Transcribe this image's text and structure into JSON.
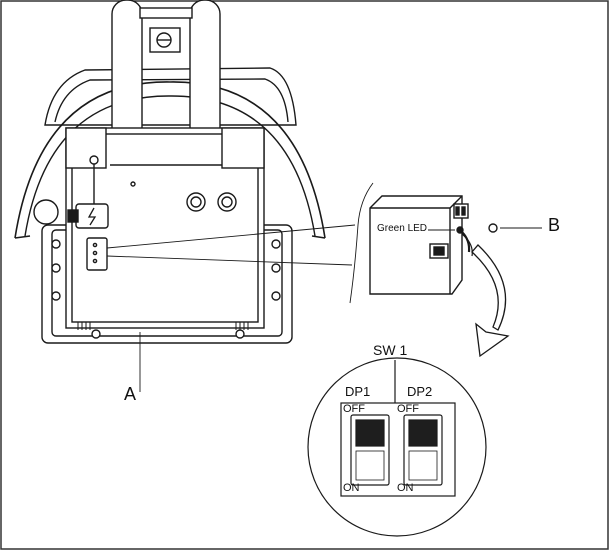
{
  "labels": {
    "a": "A",
    "b": "B",
    "green_led": "Green LED",
    "switch_group": "SW 1",
    "dp1": "DP1",
    "dp2": "DP2",
    "dp1_off": "OFF",
    "dp1_on": "ON",
    "dp2_off": "OFF",
    "dp2_on": "ON"
  },
  "switches": [
    {
      "name": "DP1",
      "state": "OFF"
    },
    {
      "name": "DP2",
      "state": "OFF"
    }
  ],
  "colors": {
    "line": "#1a1a1a",
    "fill": "#ffffff",
    "switch_knob": "#1e1e1e"
  }
}
